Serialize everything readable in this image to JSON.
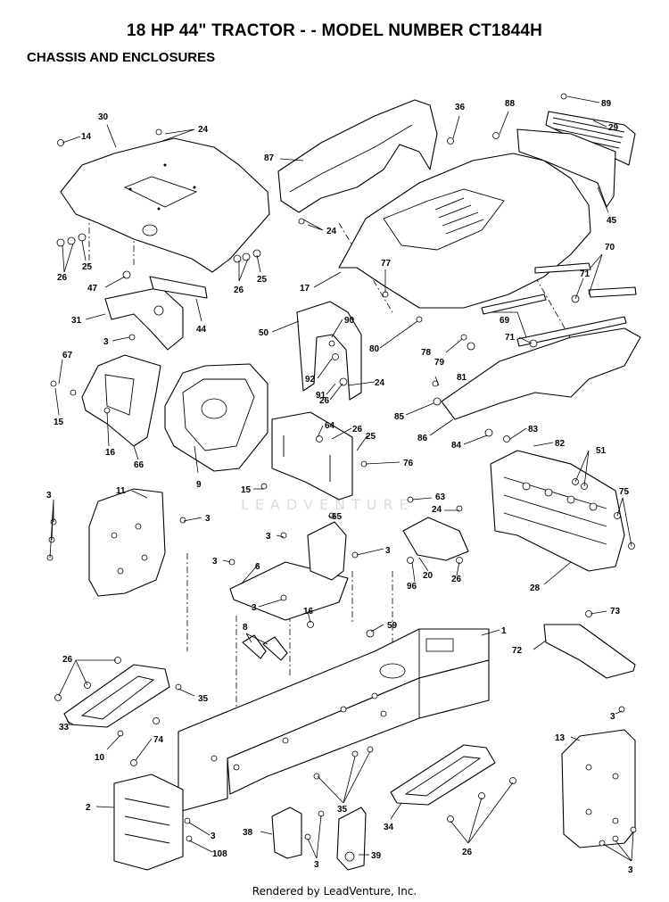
{
  "header": {
    "title": "18 HP 44\" TRACTOR - - MODEL NUMBER CT1844H",
    "subtitle": "CHASSIS AND ENCLOSURES"
  },
  "footer": {
    "text": "Rendered by LeadVenture, Inc."
  },
  "watermark": {
    "text": "LEADVENTURE"
  },
  "callouts": [
    {
      "label": "14"
    },
    {
      "label": "30"
    },
    {
      "label": "24"
    },
    {
      "label": "87"
    },
    {
      "label": "36"
    },
    {
      "label": "88"
    },
    {
      "label": "89"
    },
    {
      "label": "29"
    },
    {
      "label": "45"
    },
    {
      "label": "26"
    },
    {
      "label": "25"
    },
    {
      "label": "24"
    },
    {
      "label": "26"
    },
    {
      "label": "25"
    },
    {
      "label": "17"
    },
    {
      "label": "77"
    },
    {
      "label": "70"
    },
    {
      "label": "47"
    },
    {
      "label": "71"
    },
    {
      "label": "31"
    },
    {
      "label": "44"
    },
    {
      "label": "69"
    },
    {
      "label": "3"
    },
    {
      "label": "50"
    },
    {
      "label": "90"
    },
    {
      "label": "80"
    },
    {
      "label": "78"
    },
    {
      "label": "79"
    },
    {
      "label": "71"
    },
    {
      "label": "67"
    },
    {
      "label": "92"
    },
    {
      "label": "91"
    },
    {
      "label": "24"
    },
    {
      "label": "81"
    },
    {
      "label": "15"
    },
    {
      "label": "26"
    },
    {
      "label": "85"
    },
    {
      "label": "16"
    },
    {
      "label": "66"
    },
    {
      "label": "64"
    },
    {
      "label": "26"
    },
    {
      "label": "25"
    },
    {
      "label": "86"
    },
    {
      "label": "83"
    },
    {
      "label": "84"
    },
    {
      "label": "82"
    },
    {
      "label": "51"
    },
    {
      "label": "76"
    },
    {
      "label": "9"
    },
    {
      "label": "15"
    },
    {
      "label": "11"
    },
    {
      "label": "3"
    },
    {
      "label": "3"
    },
    {
      "label": "63"
    },
    {
      "label": "75"
    },
    {
      "label": "24"
    },
    {
      "label": "65"
    },
    {
      "label": "3"
    },
    {
      "label": "3"
    },
    {
      "label": "3"
    },
    {
      "label": "6"
    },
    {
      "label": "20"
    },
    {
      "label": "96"
    },
    {
      "label": "26"
    },
    {
      "label": "28"
    },
    {
      "label": "3"
    },
    {
      "label": "16"
    },
    {
      "label": "59"
    },
    {
      "label": "1"
    },
    {
      "label": "73"
    },
    {
      "label": "8"
    },
    {
      "label": "72"
    },
    {
      "label": "26"
    },
    {
      "label": "35"
    },
    {
      "label": "33"
    },
    {
      "label": "74"
    },
    {
      "label": "10"
    },
    {
      "label": "3"
    },
    {
      "label": "13"
    },
    {
      "label": "2"
    },
    {
      "label": "35"
    },
    {
      "label": "34"
    },
    {
      "label": "3"
    },
    {
      "label": "38"
    },
    {
      "label": "108"
    },
    {
      "label": "3"
    },
    {
      "label": "39"
    },
    {
      "label": "26"
    },
    {
      "label": "3"
    }
  ]
}
